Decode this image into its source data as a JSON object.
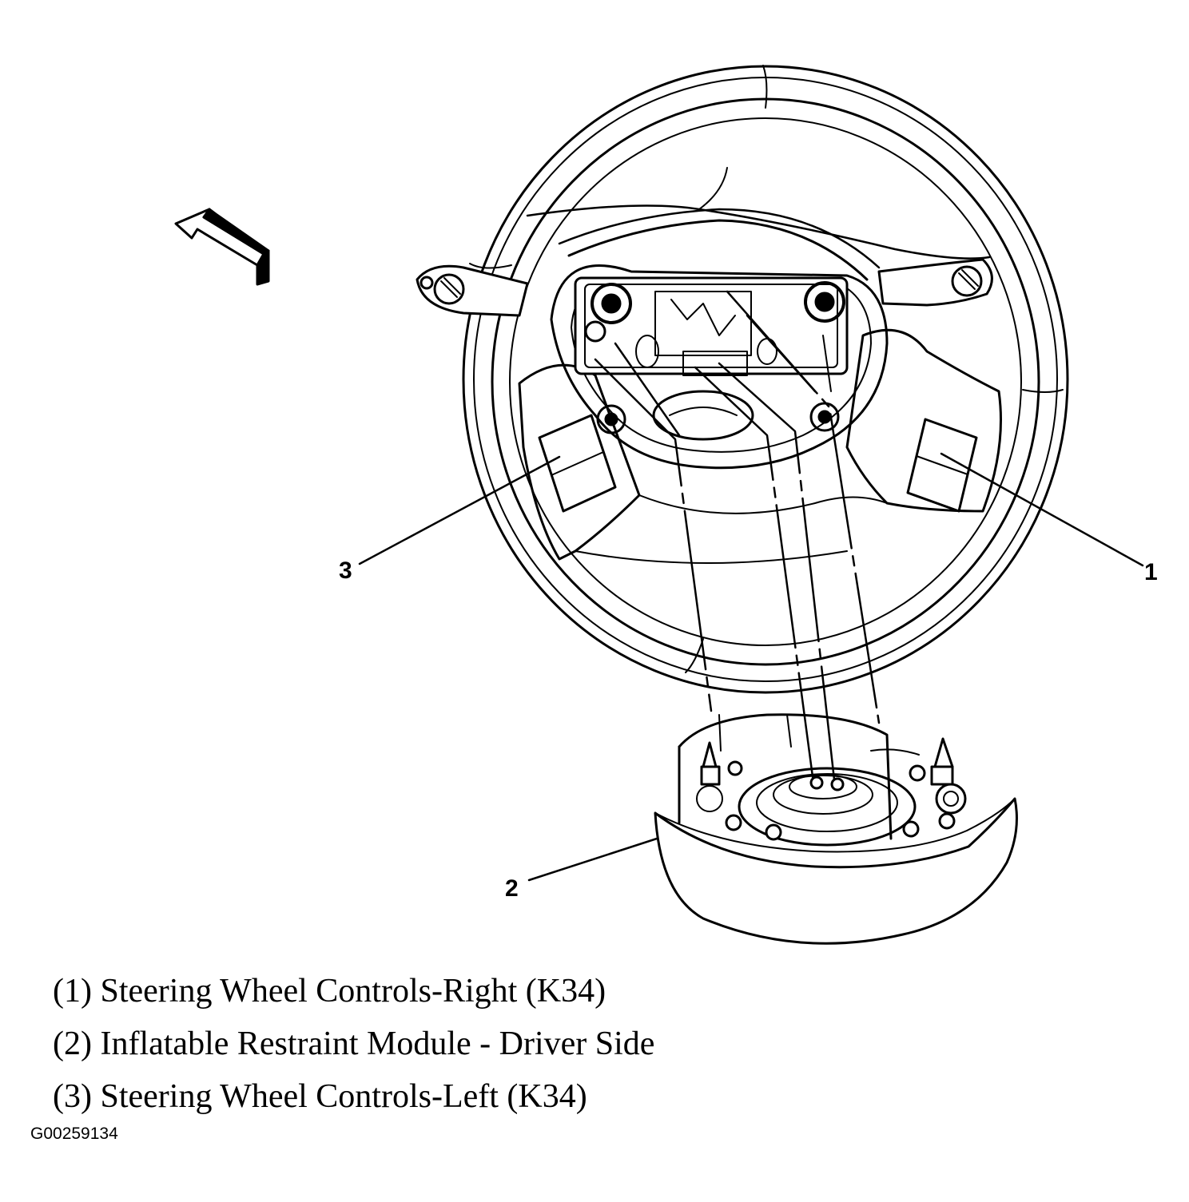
{
  "callouts": [
    {
      "number": "1",
      "part": "Steering Wheel Controls-Right (K34)"
    },
    {
      "number": "2",
      "part": "Inflatable Restraint Module - Driver Side"
    },
    {
      "number": "3",
      "part": "Steering Wheel Controls-Left (K34)"
    }
  ],
  "legend": {
    "item1": "(1) Steering Wheel Controls-Right (K34)",
    "item2": "(2) Inflatable Restraint Module - Driver Side",
    "item3": "(3) Steering Wheel Controls-Left (K34)"
  },
  "figure_id": "G00259134",
  "icons": [
    "direction-arrow-icon"
  ],
  "colors": {
    "line": "#000000",
    "background": "#ffffff"
  }
}
